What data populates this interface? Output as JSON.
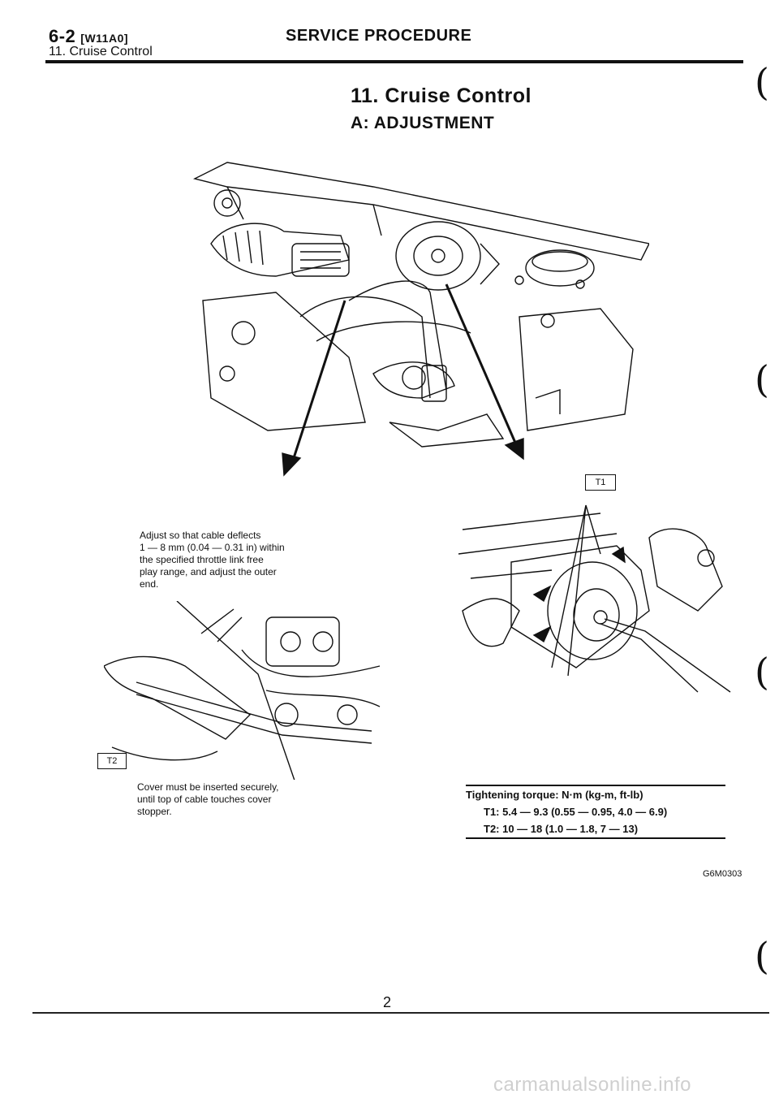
{
  "header": {
    "section_code": "6-2",
    "section_ref": "[W11A0]",
    "subtitle": "11. Cruise Control",
    "title": "SERVICE PROCEDURE"
  },
  "section": {
    "title": "11. Cruise Control",
    "subtitle": "A: ADJUSTMENT"
  },
  "figure": {
    "note_top": [
      "Adjust so that cable deflects",
      "1 — 8 mm (0.04 — 0.31 in) within",
      "the specified throttle link free",
      "play range, and adjust the outer",
      "end."
    ],
    "note_bottom": [
      "Cover must be inserted securely,",
      "until top of cable touches cover",
      "stopper."
    ],
    "label_t1": "T1",
    "label_t2": "T2",
    "figure_code": "G6M0303"
  },
  "torque": {
    "heading": "Tightening torque: N·m (kg-m, ft-lb)",
    "t1": "T1: 5.4 — 9.3 (0.55 — 0.95, 4.0 — 6.9)",
    "t2": "T2: 10 — 18 (1.0 — 1.8, 7 — 13)"
  },
  "footer": {
    "page_number": "2",
    "watermark": "carmanualsonline.info"
  }
}
